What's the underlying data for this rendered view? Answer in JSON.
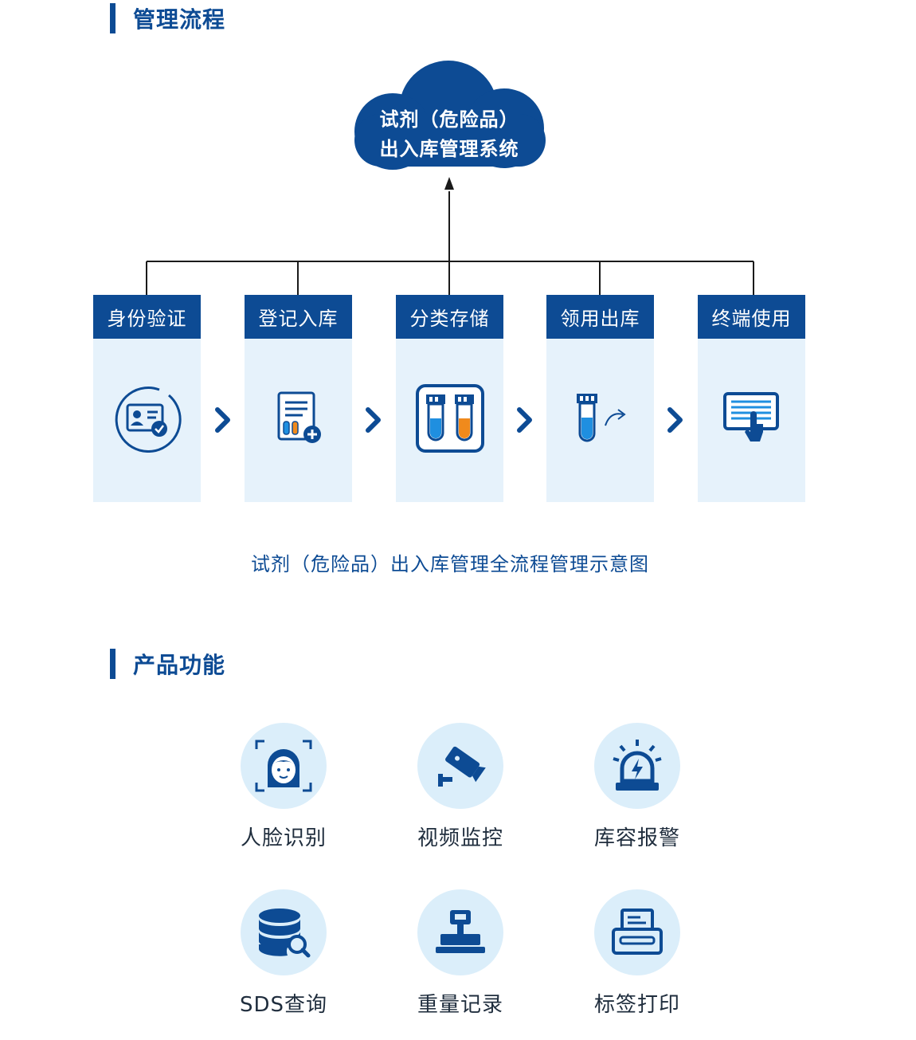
{
  "sections": {
    "process_title": "管理流程",
    "features_title": "产品功能"
  },
  "cloud": {
    "line1": "试剂（危险品）",
    "line2": "出入库管理系统"
  },
  "steps": [
    {
      "label": "身份验证",
      "icon": "id-card-check-icon"
    },
    {
      "label": "登记入库",
      "icon": "registration-form-icon"
    },
    {
      "label": "分类存储",
      "icon": "test-tube-storage-icon"
    },
    {
      "label": "领用出库",
      "icon": "test-tube-outbound-icon"
    },
    {
      "label": "终端使用",
      "icon": "touch-terminal-icon"
    }
  ],
  "caption": "试剂（危险品）出入库管理全流程管理示意图",
  "features": [
    {
      "label": "人脸识别",
      "icon": "face-recognition-icon"
    },
    {
      "label": "视频监控",
      "icon": "cctv-camera-icon"
    },
    {
      "label": "库容报警",
      "icon": "alarm-light-icon"
    },
    {
      "label": "SDS查询",
      "icon": "database-search-icon"
    },
    {
      "label": "重量记录",
      "icon": "weighing-scale-icon"
    },
    {
      "label": "标签打印",
      "icon": "label-printer-icon"
    }
  ],
  "colors": {
    "primary": "#0d4b94",
    "panel": "#e6f2fb",
    "circle": "#dbeefa",
    "blue_liquid": "#1f8fe0",
    "orange_liquid": "#f08a1c"
  }
}
